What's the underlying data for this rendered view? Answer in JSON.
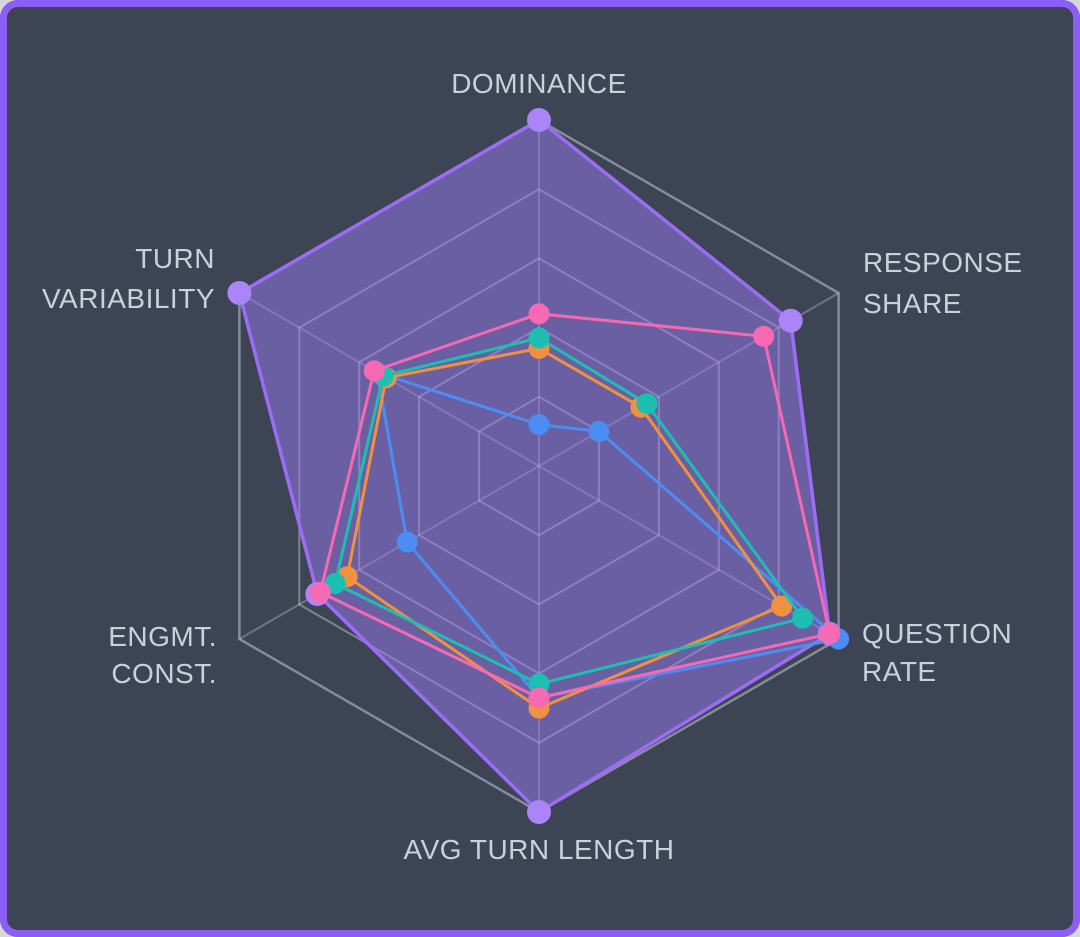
{
  "window": {
    "outer_background": "#d8d8dc",
    "panel_background": "#3d4454",
    "panel_border_color": "#8d5ef6",
    "label_color": "#c9d1dd"
  },
  "chart_data": {
    "type": "radar",
    "axis_order": "clockwise from top",
    "axis_range": [
      0,
      1
    ],
    "ring_levels": 5,
    "grid": {
      "shape": "hexagon",
      "ring_color": "rgba(255,255,255,0.34)",
      "outer_ring_color": "rgba(203,211,224,0.50)",
      "spoke_color": "rgba(255,255,255,0.26)",
      "legend": "none"
    },
    "layout": {
      "center": [
        539,
        466
      ],
      "radius": 346
    },
    "indicators": [
      {
        "id": "dominance",
        "label": "DOMINANCE",
        "lines": [
          "DOMINANCE"
        ]
      },
      {
        "id": "response-share",
        "label": "RESPONSE SHARE",
        "lines": [
          "RESPONSE",
          "SHARE"
        ]
      },
      {
        "id": "question-rate",
        "label": "QUESTION RATE",
        "lines": [
          "QUESTION",
          "RATE"
        ]
      },
      {
        "id": "avg-turn-length",
        "label": "AVG TURN LENGTH",
        "lines": [
          "AVG TURN LENGTH"
        ]
      },
      {
        "id": "engmt-const",
        "label": "ENGMT. CONST.",
        "lines": [
          "ENGMT.",
          "CONST."
        ]
      },
      {
        "id": "turn-variability",
        "label": "TURN VARIABILITY",
        "lines": [
          "TURN",
          "VARIABILITY"
        ]
      }
    ],
    "series": [
      {
        "name": "purple-series",
        "color": "#9d6cf5",
        "dot_color": "#ab85f8",
        "fill": "rgba(154,121,242,0.50)",
        "line_width": 3.5,
        "dot_radius": 12,
        "values": [
          1.0,
          0.84,
          0.97,
          1.0,
          0.74,
          1.0
        ]
      },
      {
        "name": "blue-series",
        "color": "#4b8df2",
        "dot_color": "#4b8df2",
        "fill": "none",
        "line_width": 3,
        "dot_radius": 10.5,
        "values": [
          0.12,
          0.2,
          1.0,
          0.67,
          0.44,
          0.54
        ]
      },
      {
        "name": "orange-series",
        "color": "#f09140",
        "dot_color": "#f09140",
        "fill": "none",
        "line_width": 3,
        "dot_radius": 10.5,
        "values": [
          0.34,
          0.34,
          0.81,
          0.7,
          0.64,
          0.51
        ]
      },
      {
        "name": "teal-series",
        "color": "#1dbfb2",
        "dot_color": "#1dbfb2",
        "fill": "none",
        "line_width": 3,
        "dot_radius": 10.5,
        "values": [
          0.37,
          0.36,
          0.88,
          0.63,
          0.68,
          0.52
        ]
      },
      {
        "name": "pink-series",
        "color": "#f56ab2",
        "dot_color": "#f56ab2",
        "fill": "none",
        "line_width": 3,
        "dot_radius": 10.5,
        "values": [
          0.44,
          0.75,
          0.97,
          0.67,
          0.73,
          0.55
        ]
      }
    ]
  }
}
